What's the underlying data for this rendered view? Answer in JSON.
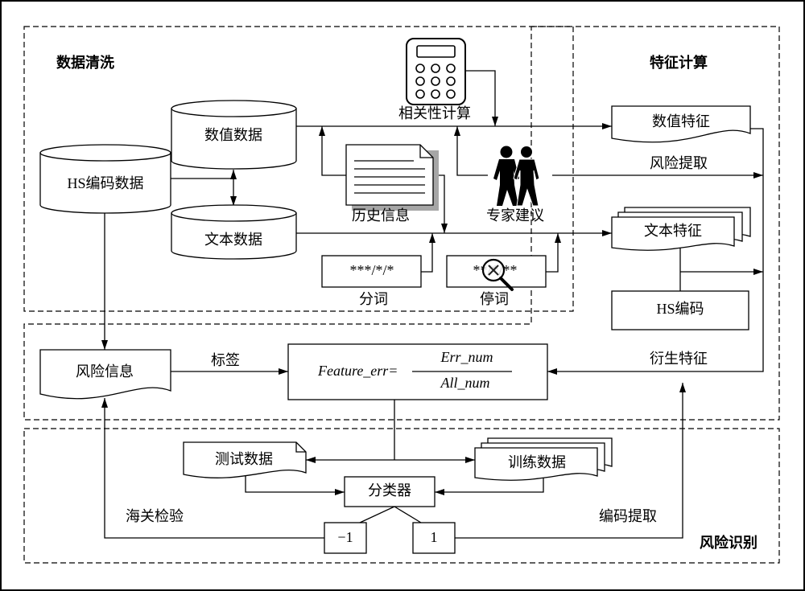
{
  "region_titles": {
    "data_cleaning": "数据清洗",
    "feature_calculation": "特征计算",
    "risk_identification": "风险识别"
  },
  "data_cleaning": {
    "hs_code_data": "HS编码数据",
    "numeric_data": "数值数据",
    "text_data": "文本数据",
    "correlation_calculation": "相关性计算",
    "history_info": "历史信息",
    "expert_advice": "专家建议",
    "segmentation_sample": "***/*/*",
    "segmentation": "分词",
    "stopword_sample": "**/*/**",
    "stopwords": "停词"
  },
  "feature_calculation": {
    "numeric_features": "数值特征",
    "risk_extraction": "风险提取",
    "text_features": "文本特征",
    "hs_code": "HS编码",
    "risk_info": "风险信息",
    "label": "标签",
    "derived_features": "衍生特征",
    "formula": {
      "lhs": "Feature_err=",
      "numerator": "Err_num",
      "denominator": "All_num"
    }
  },
  "risk_identification": {
    "test_data": "测试数据",
    "train_data": "训练数据",
    "classifier": "分类器",
    "negative_class": "−1",
    "positive_class": "1",
    "customs_inspection": "海关检验",
    "code_extraction": "编码提取"
  },
  "icons": {
    "correlation": "calculator-icon",
    "history": "document-icon",
    "experts": "people-icon",
    "stopword_filter": "magnifier-icon"
  },
  "colors": {
    "line": "#000000",
    "shadow": "#a6a6a6",
    "background": "#ffffff"
  }
}
